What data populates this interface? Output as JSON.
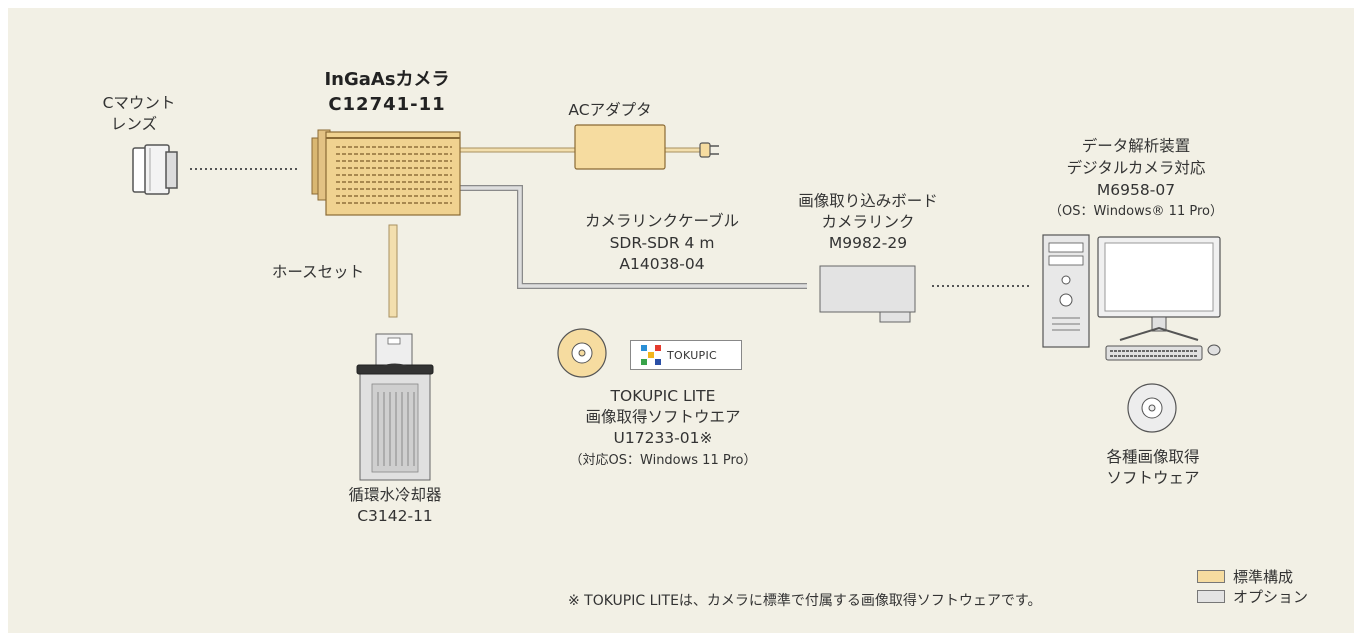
{
  "diagram": {
    "camera": {
      "name": "InGaAsカメラ",
      "model": "C12741-11"
    },
    "lens": {
      "line1": "Cマウント",
      "line2": "レンズ"
    },
    "ac_adapter": {
      "label": "ACアダプタ"
    },
    "hose": {
      "label": "ホースセット"
    },
    "chiller": {
      "line1": "循環水冷却器",
      "line2": "C3142-11"
    },
    "cable": {
      "line1": "カメラリンクケーブル",
      "line2": "SDR-SDR 4 m",
      "line3": "A14038-04"
    },
    "board": {
      "line1": "画像取り込みボード",
      "line2": "カメラリンク",
      "line3": "M9982-29"
    },
    "pc": {
      "line1": "データ解析装置",
      "line2": "デジタルカメラ対応",
      "line3": "M6958-07",
      "line4": "（OS：Windows® 11 Pro）"
    },
    "tokupic": {
      "logo_text": "TOKUPIC",
      "line1": "TOKUPIC LITE",
      "line2": "画像取得ソフトウエア",
      "line3": "U17233-01※",
      "line4": "（対応OS：Windows 11 Pro）"
    },
    "software": {
      "line1": "各種画像取得",
      "line2": "ソフトウェア"
    }
  },
  "footnote": "※ TOKUPIC LITEは、カメラに標準で付属する画像取得ソフトウェアです。",
  "legend": [
    {
      "label": "標準構成",
      "color": "#f6dca0"
    },
    {
      "label": "オプション",
      "color": "#e3e3e3"
    }
  ],
  "colors": {
    "background": "#f2f0e5",
    "standard": "#f6dca0",
    "option": "#e3e3e3",
    "cable_fill": "#f3dfae"
  },
  "icons": [
    "lens-icon",
    "camera-icon",
    "ac-adapter-icon",
    "plug-icon",
    "chiller-icon",
    "capture-board-icon",
    "pc-tower-icon",
    "monitor-icon",
    "keyboard-icon",
    "mouse-icon",
    "cd-disc-icon",
    "tokupic-logo-icon"
  ]
}
